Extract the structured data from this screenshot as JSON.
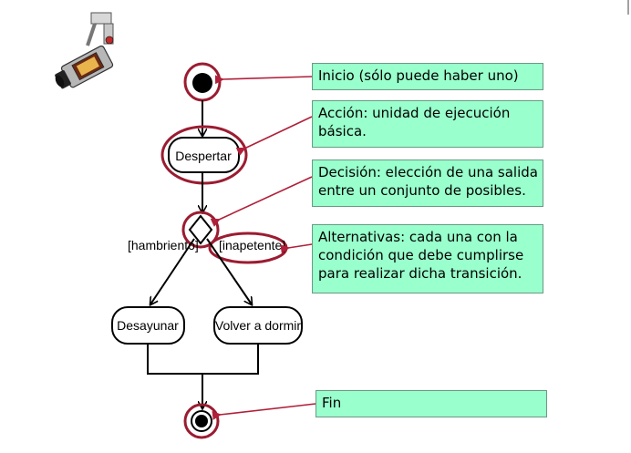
{
  "callouts": {
    "inicio": "Inicio (sólo puede haber uno)",
    "accion_1": "Acción: unidad de ejecución",
    "accion_2": "básica.",
    "decision_1": "Decisión: elección de una salida",
    "decision_2": "entre un conjunto de posibles.",
    "alternativas_1": "Alternativas: cada una con la",
    "alternativas_2": "condición que debe cumplirse",
    "alternativas_3": "para realizar dicha transición.",
    "fin": "Fin"
  },
  "diagram": {
    "action_despertar": "Despertar",
    "guard_left": "[hambriento]",
    "guard_right": "[inapetente]",
    "action_desayunar": "Desayunar",
    "action_volver": "Volver a dormir"
  },
  "colors": {
    "callout_fill": "#99ffcc",
    "highlight_ring": "#9b1c31",
    "pointer_arrow": "#b0203a"
  },
  "icons": {
    "decoration": "security-camera-icon"
  }
}
